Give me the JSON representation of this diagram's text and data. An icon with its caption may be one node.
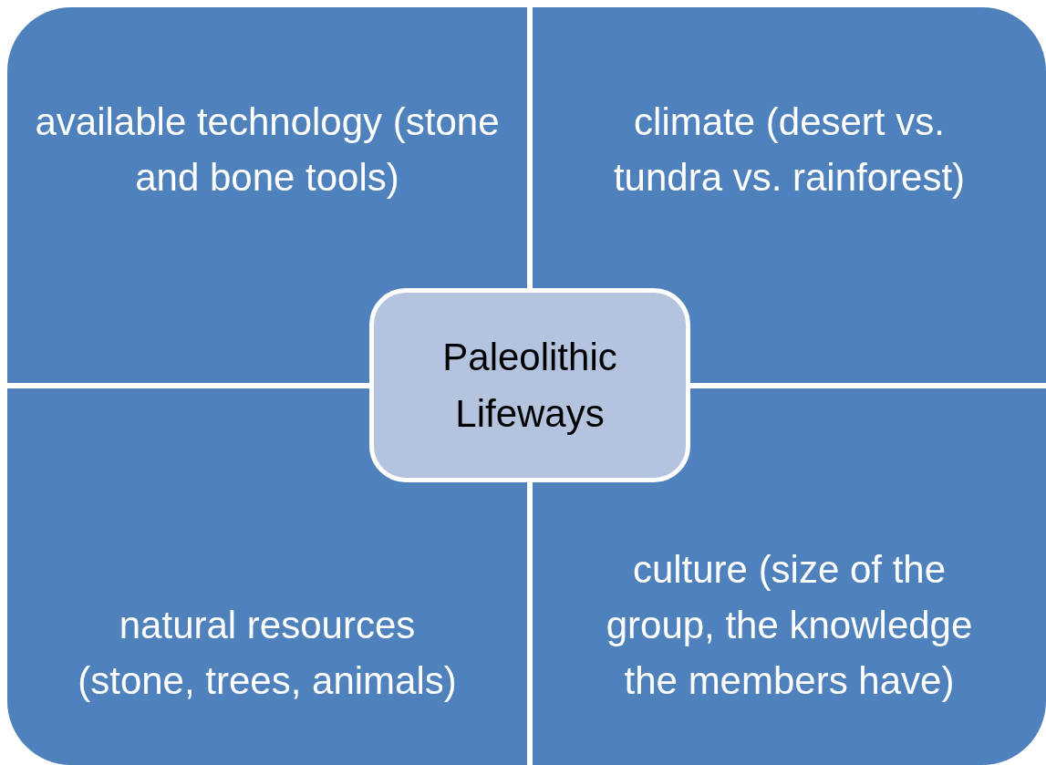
{
  "diagram": {
    "nodes": [
      {
        "text": [
          "available technology (stone and bone tools)"
        ]
      },
      {
        "text": [
          "climate (desert vs. tundra vs. rainforest)"
        ]
      },
      {
        "text": [
          "Paleolithic Lifeways"
        ]
      },
      {
        "text": [
          "natural resources (stone, trees, animals)"
        ]
      },
      {
        "text": [
          "culture (size of the group, the knowledge the members have)"
        ]
      }
    ]
  }
}
